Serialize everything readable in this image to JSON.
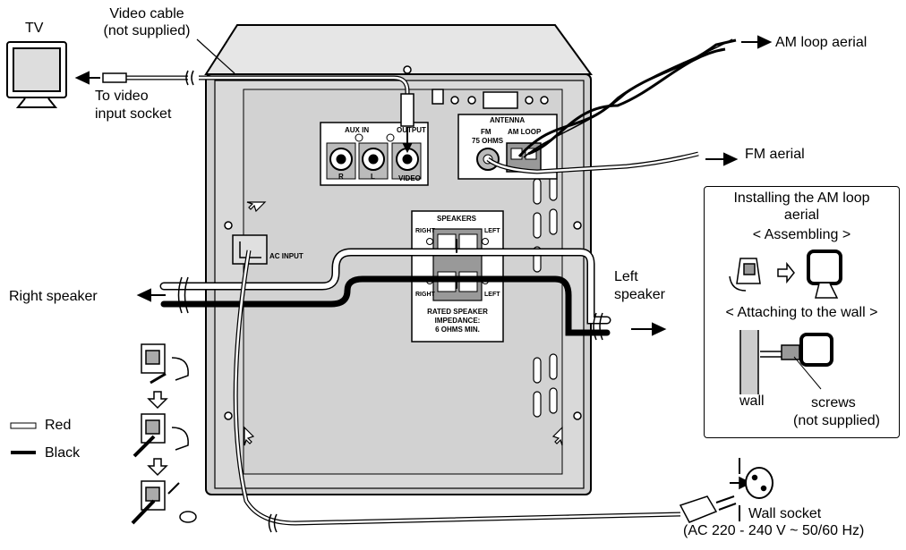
{
  "labels": {
    "tv": "TV",
    "video_cable": "Video cable",
    "video_cable_note": "(not supplied)",
    "to_video_1": "To video",
    "to_video_2": "input socket",
    "am_loop_aerial": "AM loop aerial",
    "fm_aerial": "FM aerial",
    "right_speaker": "Right speaker",
    "left_speaker_1": "Left",
    "left_speaker_2": "speaker",
    "red": "Red",
    "black": "Black",
    "wall_socket": "Wall socket",
    "wall_socket_spec": "(AC 220 - 240 V ~ 50/60 Hz)"
  },
  "panel": {
    "aux_in": "AUX IN",
    "output": "OUTPUT",
    "r": "R",
    "l": "L",
    "video": "VIDEO",
    "antenna": "ANTENNA",
    "fm": "FM",
    "fm_ohms": "75 OHMS",
    "am_loop": "AM LOOP",
    "speakers": "SPEAKERS",
    "right": "RIGHT",
    "left": "LEFT",
    "rated_1": "RATED SPEAKER",
    "rated_2": "IMPEDANCE:",
    "rated_3": "6 OHMS MIN.",
    "ac_input": "AC INPUT"
  },
  "inset": {
    "title_1": "Installing the AM loop",
    "title_2": "aerial",
    "assembling": "< Assembling >",
    "attaching": "< Attaching to the wall >",
    "wall": "wall",
    "screws": "screws",
    "screws_note": "(not supplied)"
  }
}
